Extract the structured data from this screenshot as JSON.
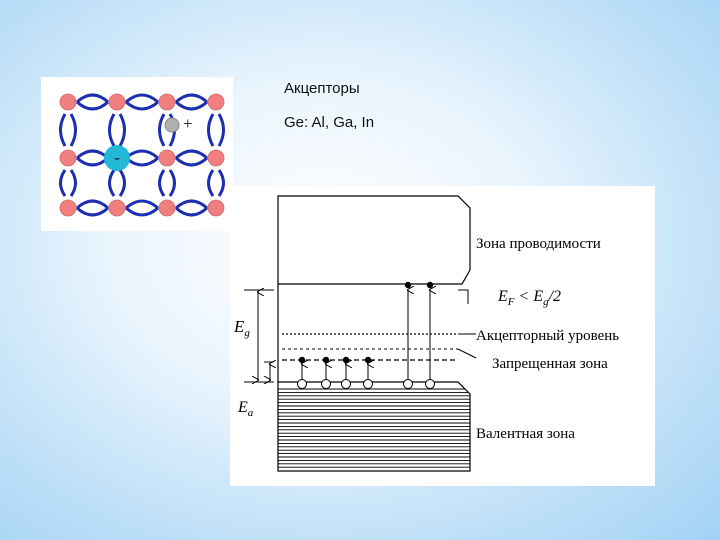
{
  "slide": {
    "title": "Акцепторы",
    "subtitle": "Ge: Al,  Ga, In"
  },
  "lattice": {
    "plus_sign": "+",
    "minus_sign": "-",
    "atom_color": "#f08080",
    "bond_color": "#1c2fb0",
    "acceptor_color": "#22b8d8",
    "hole_color": "#b8b8b8"
  },
  "band_diagram": {
    "labels": {
      "conduction": "Зона проводимости",
      "fermi": "E_F < E_g/2",
      "acceptor_level": "Акцепторный уровень",
      "forbidden": "Запрещенная зона",
      "valence": "Валентная зона",
      "eg": "E_g",
      "ea": "E_a"
    }
  }
}
